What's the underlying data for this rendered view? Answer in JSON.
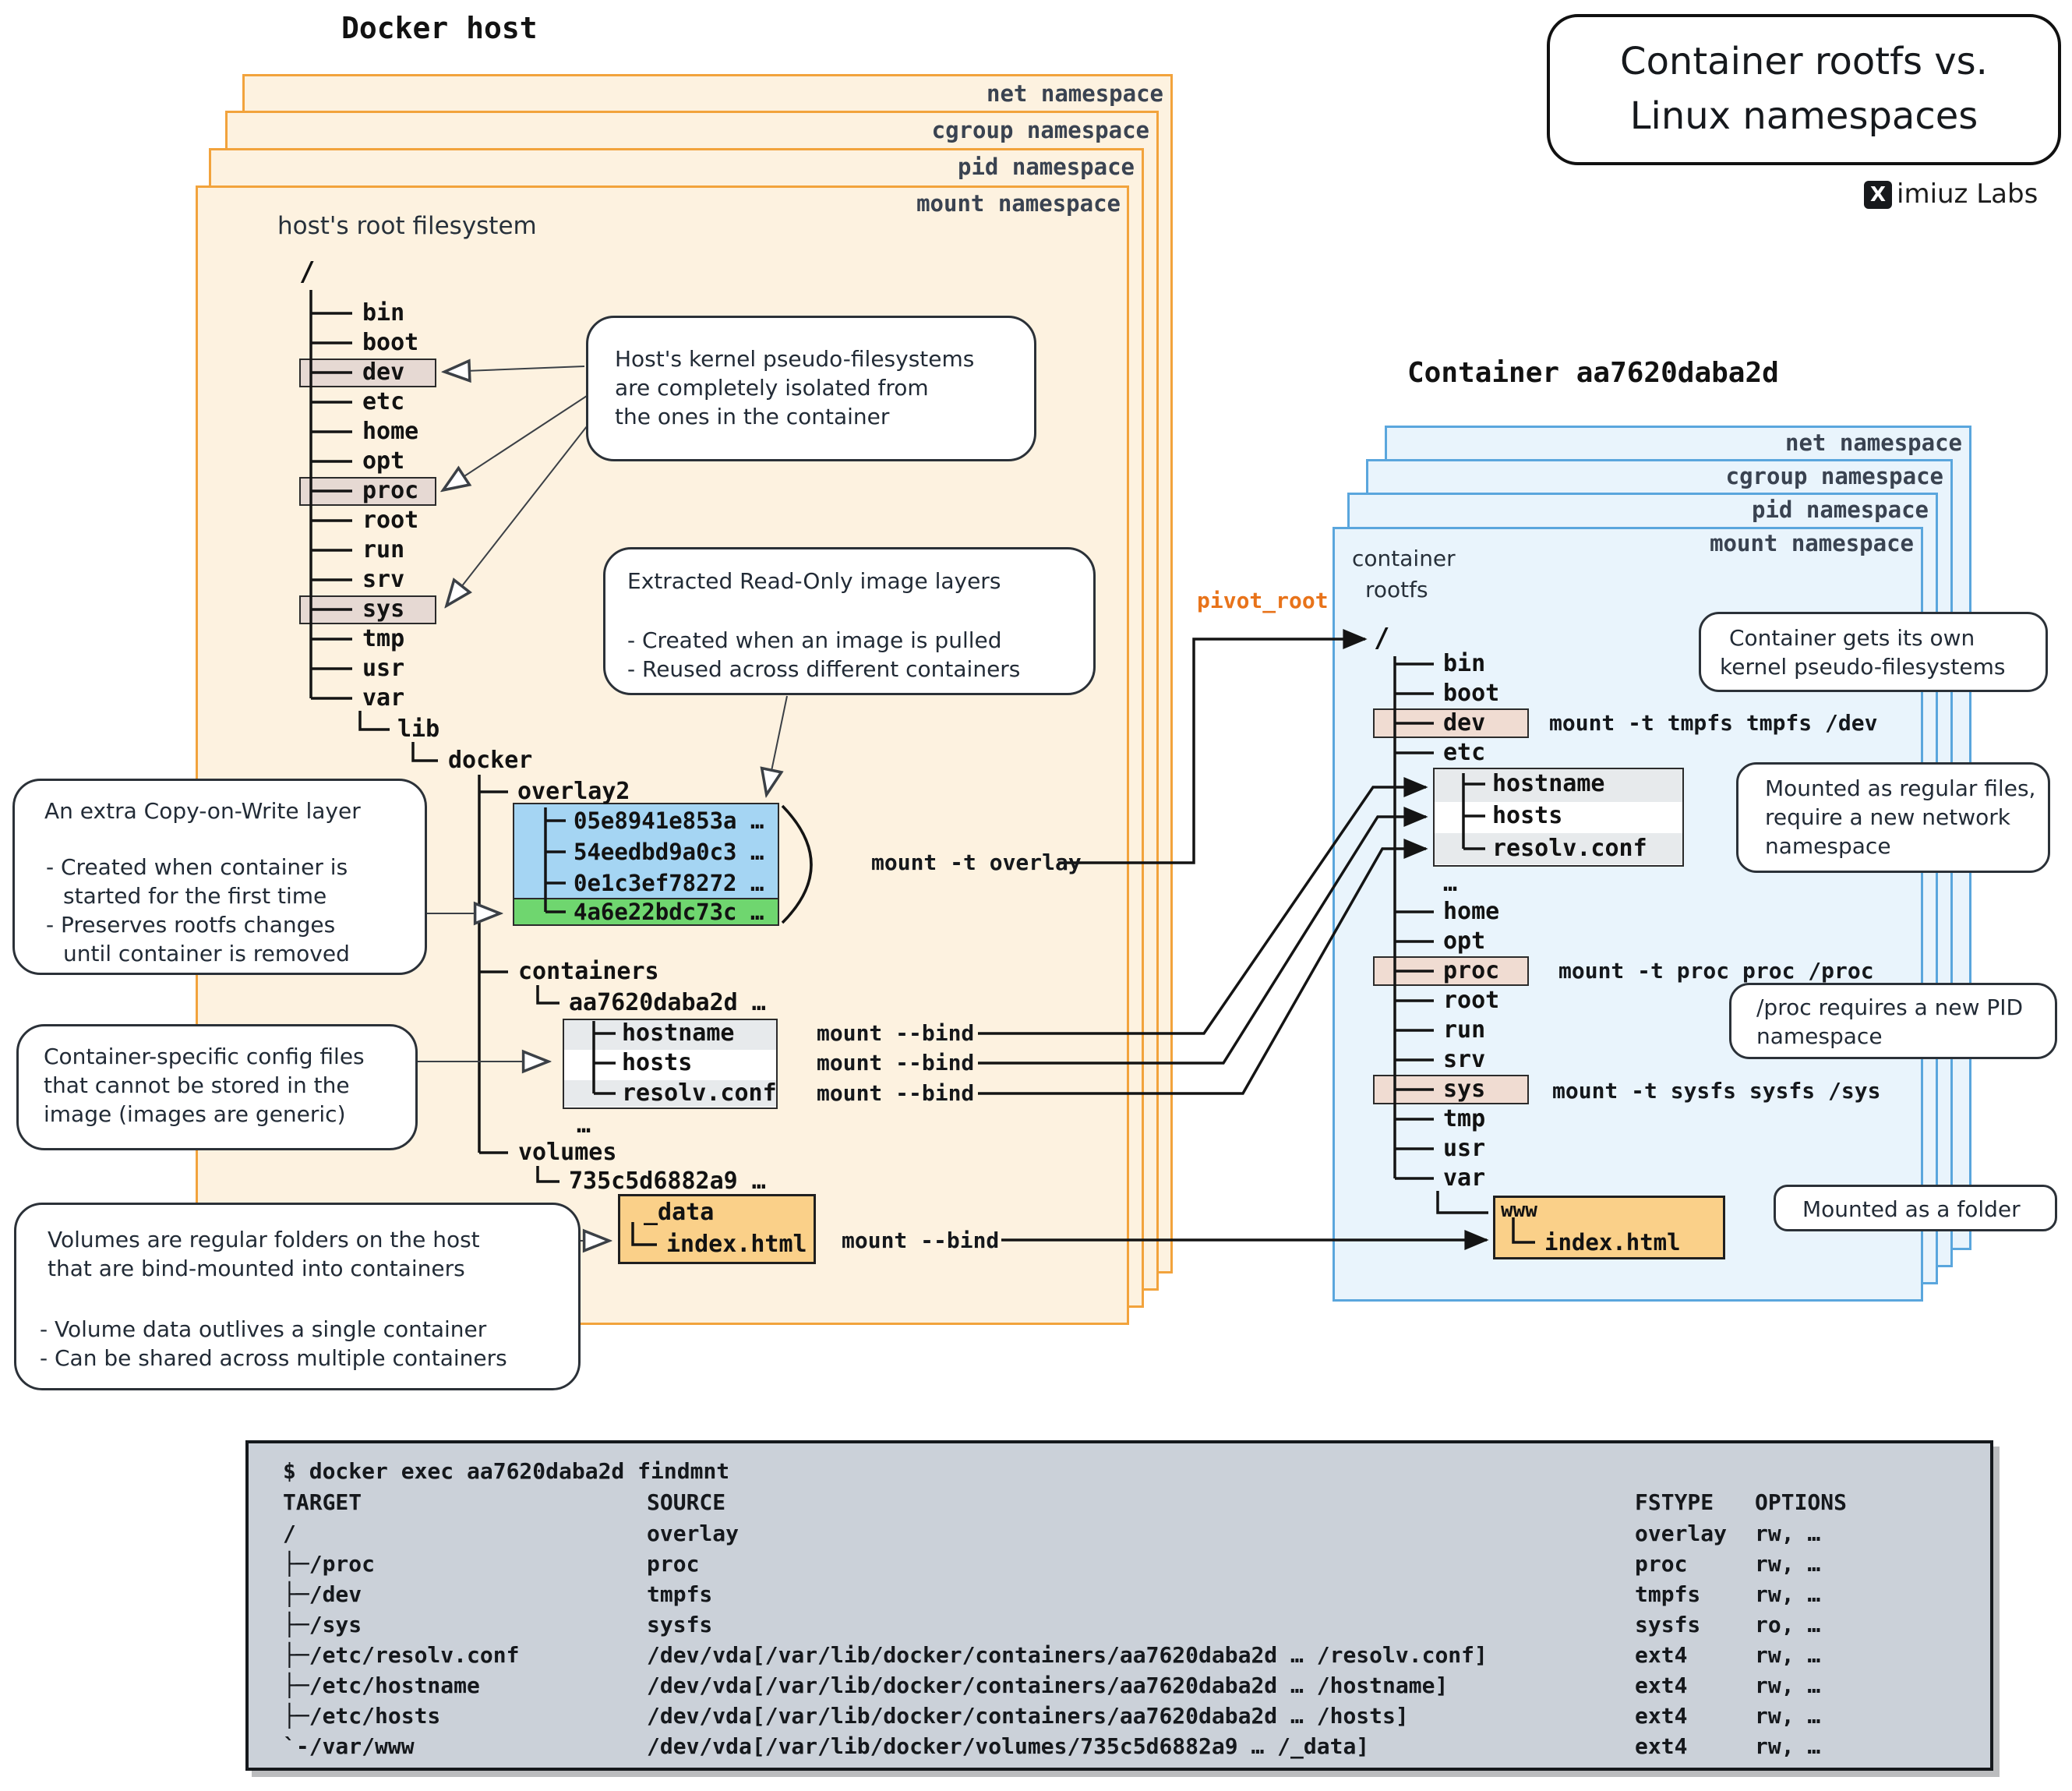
{
  "header": {
    "title_line1": "Container rootfs vs.",
    "title_line2": "Linux namespaces",
    "brand_x": "X",
    "brand_text": "imiuz Labs"
  },
  "namespace_labels": [
    "net namespace",
    "cgroup namespace",
    "pid namespace",
    "mount namespace"
  ],
  "host": {
    "title": "Docker host",
    "rootfs_label": "host's root filesystem",
    "root": "/",
    "dirs": [
      "bin",
      "boot",
      "dev",
      "etc",
      "home",
      "opt",
      "proc",
      "root",
      "run",
      "srv",
      "sys",
      "tmp",
      "usr",
      "var"
    ],
    "lib_label": "lib",
    "docker_label": "docker",
    "overlay2_label": "overlay2",
    "ro_layers": [
      "05e8941e853a …",
      "54eedbd9a0c3 …",
      "0e1c3ef78272 …"
    ],
    "rw_layer": "4a6e22bdc73c …",
    "containers_label": "containers",
    "container_dir": "aa7620daba2d …",
    "config_files": [
      "hostname",
      "hosts",
      "resolv.conf"
    ],
    "ellipsis": "…",
    "volumes_label": "volumes",
    "volume_dir": "735c5d6882a9 …",
    "volume_data_dir": "_data",
    "volume_file": "index.html"
  },
  "container": {
    "title": "Container aa7620daba2d",
    "rootfs_label_line1": "container",
    "rootfs_label_line2": "rootfs",
    "root": "/",
    "dirs_top": [
      "bin",
      "boot",
      "dev",
      "etc"
    ],
    "config_files": [
      "hostname",
      "hosts",
      "resolv.conf"
    ],
    "ellipsis": "…",
    "dirs_bottom": [
      "home",
      "opt",
      "proc",
      "root",
      "run",
      "srv",
      "sys",
      "tmp",
      "usr",
      "var"
    ],
    "www_dir": "www",
    "www_file": "index.html"
  },
  "ops": {
    "pivot_root": "pivot_root",
    "mount_overlay": "mount -t overlay",
    "mount_bind": "mount --bind",
    "mount_dev": "mount -t tmpfs tmpfs /dev",
    "mount_proc": "mount -t proc proc /proc",
    "mount_sys": "mount -t sysfs sysfs /sys"
  },
  "callouts": {
    "pseudo_isolated": {
      "lines": [
        "Host's kernel pseudo-filesystems",
        "are completely isolated from",
        "the ones in the container"
      ]
    },
    "ro_layers": {
      "lines": [
        "Extracted Read-Only image layers",
        "- Created when an image is pulled",
        "- Reused across different containers"
      ]
    },
    "cow": {
      "lines": [
        "An extra Copy-on-Write layer",
        "- Created when container is",
        "started for the first time",
        "- Preserves rootfs changes",
        "until container is removed"
      ]
    },
    "config": {
      "lines": [
        "Container-specific config files",
        "that cannot be stored in the",
        "image (images are generic)"
      ]
    },
    "volumes": {
      "lines": [
        "Volumes are regular folders on the host",
        "that are bind-mounted into containers",
        "- Volume data outlives a single container",
        "- Can be shared across multiple containers"
      ]
    },
    "own_pseudo": {
      "lines": [
        "Container gets its own",
        "kernel pseudo-filesystems"
      ]
    },
    "regular_files": {
      "lines": [
        "Mounted as regular files,",
        "require a new network",
        "namespace"
      ]
    },
    "pid_ns": {
      "lines": [
        "/proc requires a new PID",
        "namespace"
      ]
    },
    "folder": {
      "lines": [
        "Mounted as a folder"
      ]
    }
  },
  "terminal": {
    "command": "$ docker exec aa7620daba2d findmnt",
    "headers": [
      "TARGET",
      "SOURCE",
      "FSTYPE",
      "OPTIONS"
    ],
    "rows": [
      [
        "/",
        "overlay",
        "overlay",
        "rw, …"
      ],
      [
        "├─/proc",
        "proc",
        "proc",
        "rw, …"
      ],
      [
        "├─/dev",
        "tmpfs",
        "tmpfs",
        "rw, …"
      ],
      [
        "├─/sys",
        "sysfs",
        "sysfs",
        "ro, …"
      ],
      [
        "├─/etc/resolv.conf",
        "/dev/vda[/var/lib/docker/containers/aa7620daba2d … /resolv.conf]",
        "ext4",
        "rw, …"
      ],
      [
        "├─/etc/hostname",
        "/dev/vda[/var/lib/docker/containers/aa7620daba2d … /hostname]",
        "ext4",
        "rw, …"
      ],
      [
        "├─/etc/hosts",
        "/dev/vda[/var/lib/docker/containers/aa7620daba2d … /hosts]",
        "ext4",
        "rw, …"
      ],
      [
        "`-/var/www",
        "/dev/vda[/var/lib/docker/volumes/735c5d6882a9 … /_data]",
        "ext4",
        "rw, …"
      ]
    ]
  },
  "colors": {
    "host_fill": "#fdf2e0",
    "host_border": "#f2a33c",
    "container_fill": "#e9f4fc",
    "container_border": "#5aa6dd",
    "ro_layer_blue": "#a5d5f3",
    "rw_layer_green": "#6fd66f",
    "pseudo_highlight": "#e6d9d3",
    "volume_orange": "#fad089",
    "terminal_bg": "#cbd1d9",
    "pivot_orange": "#e8731a"
  }
}
